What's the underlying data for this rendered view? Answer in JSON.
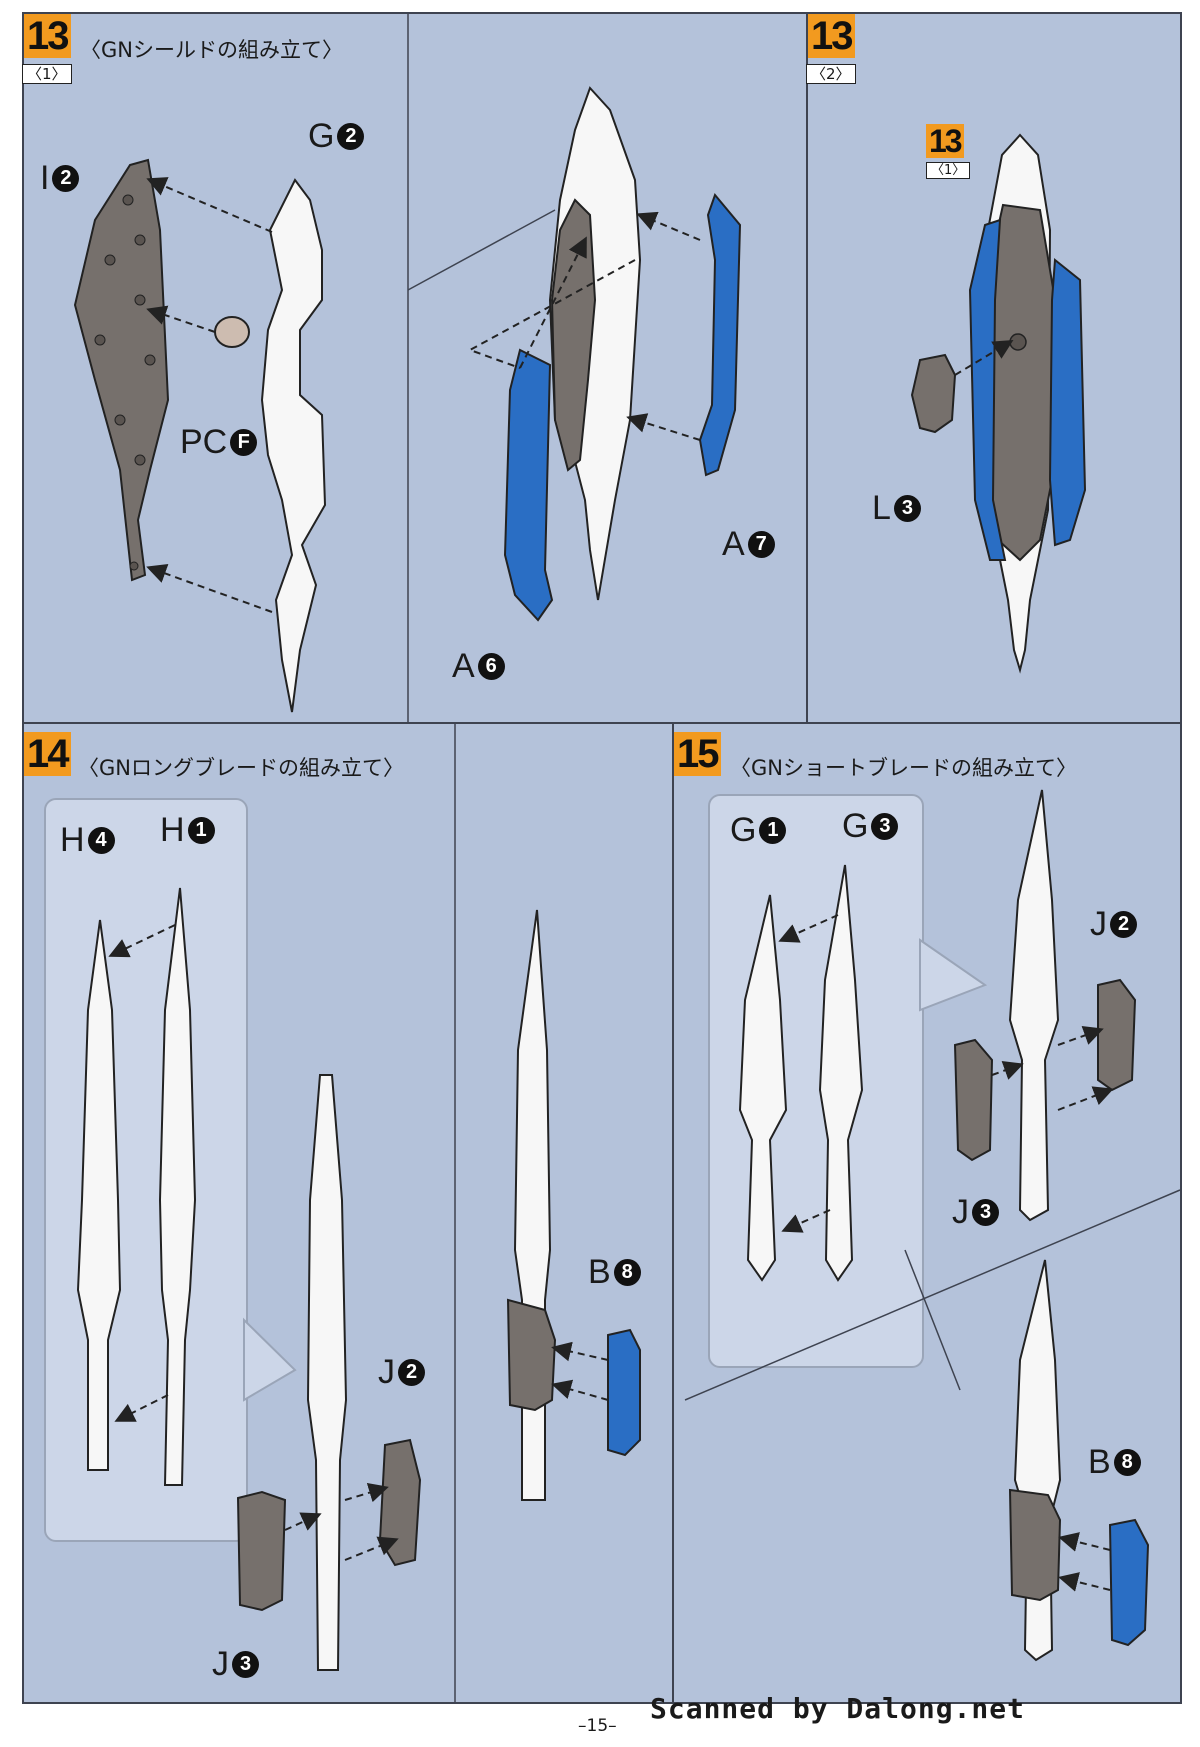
{
  "panels": {
    "p13_1": {
      "step": "13",
      "sub": "〈1〉",
      "title": "〈GNシールドの組み立て〉",
      "labels": {
        "l1": {
          "letter": "I",
          "num": "2"
        },
        "l2": {
          "letter": "G",
          "num": "2"
        },
        "l3": {
          "letter": "PC",
          "num": "F"
        }
      }
    },
    "p13_mid": {
      "labels": {
        "l1": {
          "letter": "A",
          "num": "6"
        },
        "l2": {
          "letter": "A",
          "num": "7"
        }
      }
    },
    "p13_2": {
      "step": "13",
      "sub": "〈2〉",
      "ref_step": "13",
      "ref_sub": "〈1〉",
      "labels": {
        "l1": {
          "letter": "L",
          "num": "3"
        }
      }
    },
    "p14": {
      "step": "14",
      "title": "〈GNロングブレードの組み立て〉",
      "labels": {
        "l1": {
          "letter": "H",
          "num": "4"
        },
        "l2": {
          "letter": "H",
          "num": "1"
        },
        "l3": {
          "letter": "J",
          "num": "2"
        },
        "l4": {
          "letter": "J",
          "num": "3"
        },
        "l5": {
          "letter": "B",
          "num": "8"
        }
      }
    },
    "p15": {
      "step": "15",
      "title": "〈GNショートブレードの組み立て〉",
      "labels": {
        "l1": {
          "letter": "G",
          "num": "1"
        },
        "l2": {
          "letter": "G",
          "num": "3"
        },
        "l3": {
          "letter": "J",
          "num": "2"
        },
        "l4": {
          "letter": "J",
          "num": "3"
        },
        "l5": {
          "letter": "B",
          "num": "8"
        }
      }
    }
  },
  "footer": {
    "page_number": "–15–",
    "credit": "Scanned by Dalong.net"
  },
  "colors": {
    "panel_bg": "#b4c2da",
    "step_badge": "#f29a1f",
    "white_part": "#f7f7f7",
    "gray_part": "#76706c",
    "blue_part": "#2a6ec4"
  }
}
